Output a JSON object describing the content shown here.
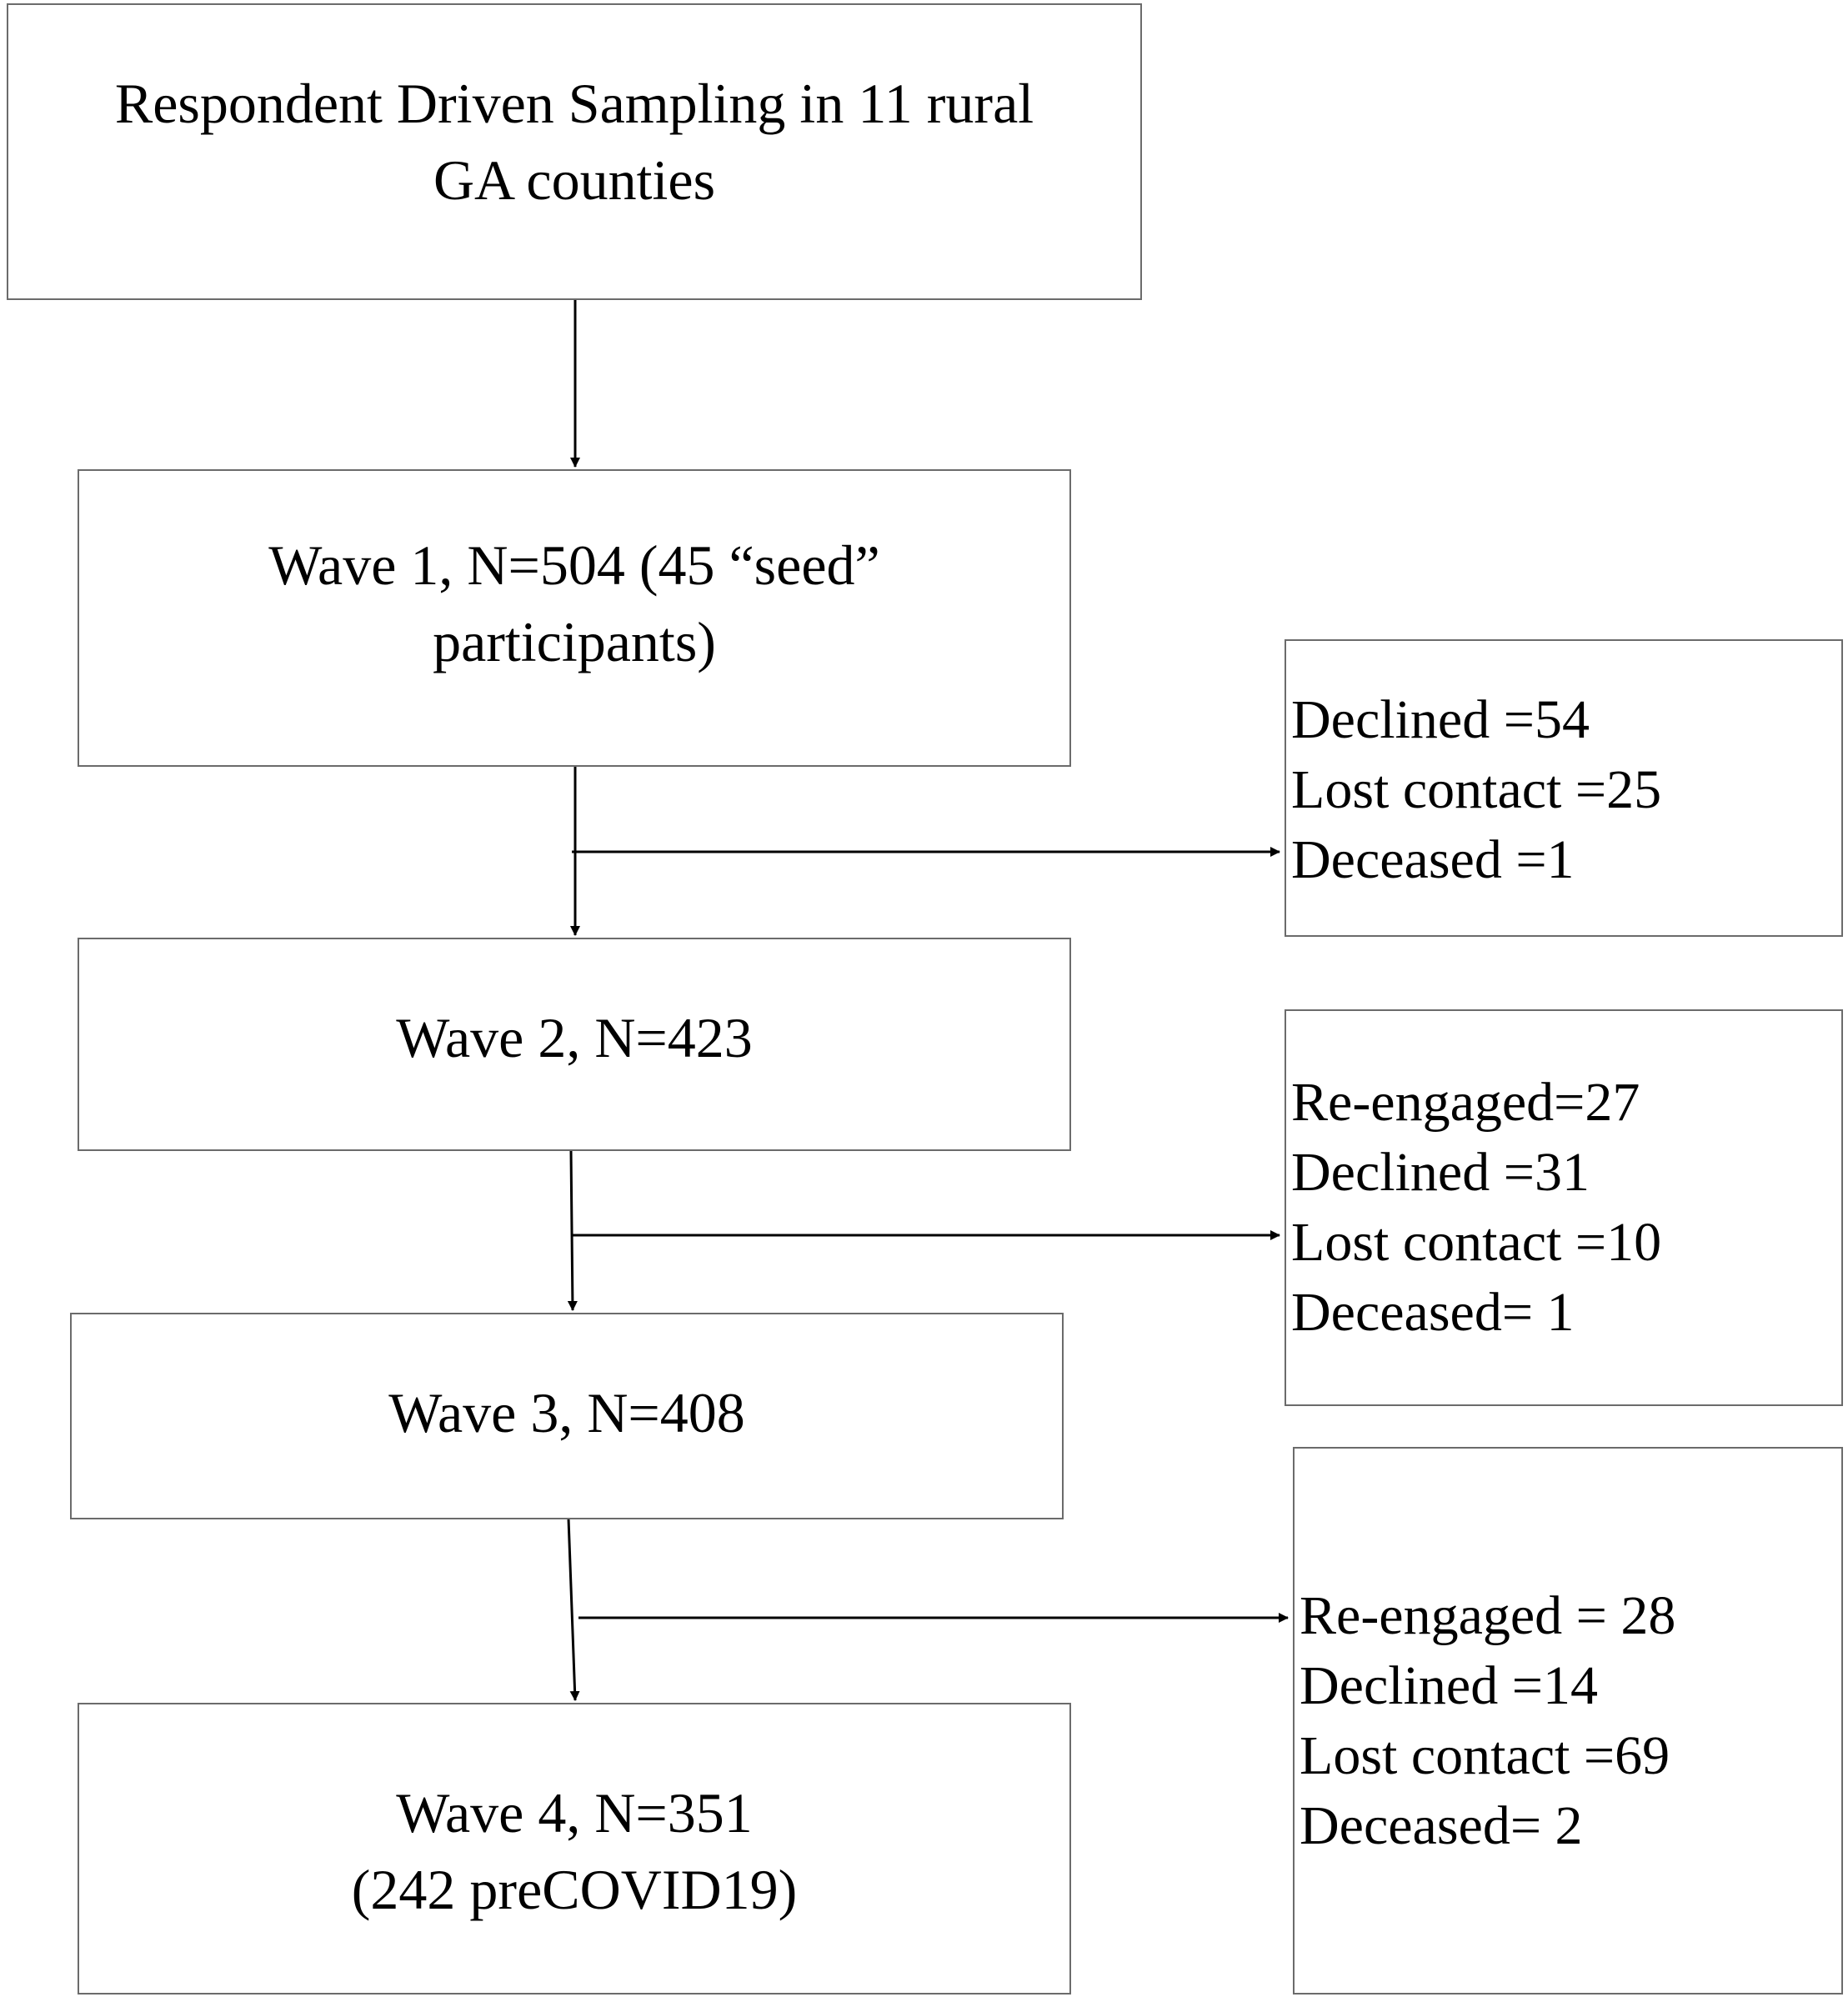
{
  "flowchart": {
    "sampling": {
      "line1": "Respondent Driven Sampling in 11 rural",
      "line2": "GA counties"
    },
    "wave1": {
      "line1": "Wave 1, N=504 (45 “seed”",
      "line2": "participants)"
    },
    "wave2": {
      "line1": "Wave 2, N=423"
    },
    "wave3": {
      "line1": "Wave 3, N=408"
    },
    "wave4": {
      "line1": "Wave 4, N=351",
      "line2": "(242 preCOVID19)"
    },
    "attrition1": [
      "Declined =54",
      "Lost contact =25",
      "Deceased =1"
    ],
    "attrition2": [
      "Re-engaged=27",
      "Declined =31",
      "Lost contact =10",
      "Deceased= 1"
    ],
    "attrition3": [
      "Re-engaged = 28",
      "Declined =14",
      "Lost contact =69",
      "Deceased= 2"
    ]
  }
}
